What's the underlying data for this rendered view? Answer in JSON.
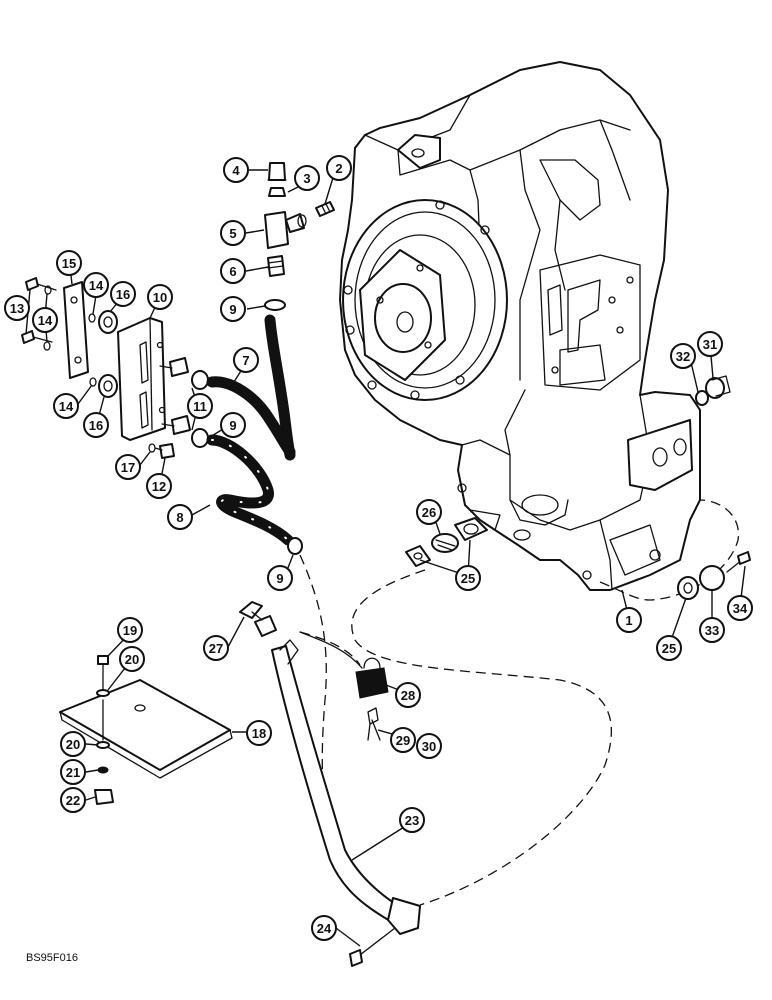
{
  "figure_code": "BS95F016",
  "callouts": [
    {
      "id": "c4",
      "label": "4"
    },
    {
      "id": "c3",
      "label": "3"
    },
    {
      "id": "c2",
      "label": "2"
    },
    {
      "id": "c5",
      "label": "5"
    },
    {
      "id": "c6",
      "label": "6"
    },
    {
      "id": "c9a",
      "label": "9"
    },
    {
      "id": "c15",
      "label": "15"
    },
    {
      "id": "c14a",
      "label": "14"
    },
    {
      "id": "c16a",
      "label": "16"
    },
    {
      "id": "c10",
      "label": "10"
    },
    {
      "id": "c13",
      "label": "13"
    },
    {
      "id": "c14b",
      "label": "14"
    },
    {
      "id": "c7",
      "label": "7"
    },
    {
      "id": "c14c",
      "label": "14"
    },
    {
      "id": "c16b",
      "label": "16"
    },
    {
      "id": "c11",
      "label": "11"
    },
    {
      "id": "c9b",
      "label": "9"
    },
    {
      "id": "c17",
      "label": "17"
    },
    {
      "id": "c12",
      "label": "12"
    },
    {
      "id": "c8",
      "label": "8"
    },
    {
      "id": "c9c",
      "label": "9"
    },
    {
      "id": "c26",
      "label": "26"
    },
    {
      "id": "c25a",
      "label": "25"
    },
    {
      "id": "c32",
      "label": "32"
    },
    {
      "id": "c31",
      "label": "31"
    },
    {
      "id": "c1",
      "label": "1"
    },
    {
      "id": "c34",
      "label": "34"
    },
    {
      "id": "c33",
      "label": "33"
    },
    {
      "id": "c25b",
      "label": "25"
    },
    {
      "id": "c19",
      "label": "19"
    },
    {
      "id": "c27",
      "label": "27"
    },
    {
      "id": "c20a",
      "label": "20"
    },
    {
      "id": "c28",
      "label": "28"
    },
    {
      "id": "c18",
      "label": "18"
    },
    {
      "id": "c29",
      "label": "29"
    },
    {
      "id": "c30",
      "label": "30"
    },
    {
      "id": "c20b",
      "label": "20"
    },
    {
      "id": "c21",
      "label": "21"
    },
    {
      "id": "c22",
      "label": "22"
    },
    {
      "id": "c23",
      "label": "23"
    },
    {
      "id": "c24",
      "label": "24"
    }
  ]
}
